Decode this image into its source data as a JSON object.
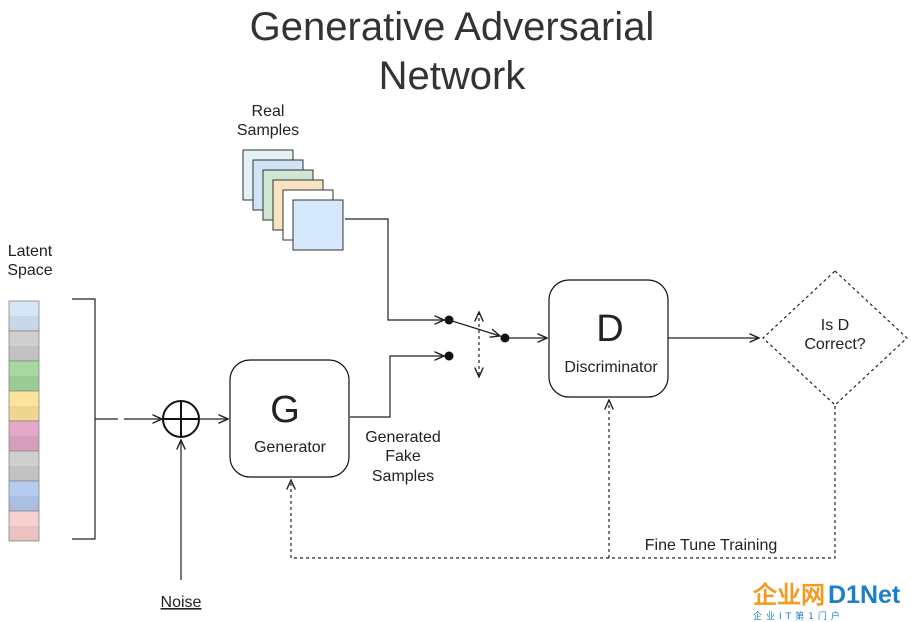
{
  "title": {
    "line1": "Generative Adversarial",
    "line2": "Network"
  },
  "real_samples": {
    "line1": "Real",
    "line2": "Samples",
    "colors": [
      "#e4f2f6",
      "#d2e3f7",
      "#cfe7d2",
      "#f8e4c3",
      "#ffffff",
      "#d6e8fb"
    ]
  },
  "latent_space": {
    "line1": "Latent",
    "line2": "Space",
    "colors": [
      "#d4e6f8",
      "#cfcfcf",
      "#a6d9a0",
      "#fde49a",
      "#e5a8c8",
      "#cfcfcf",
      "#b6cdf0",
      "#f9cfcf"
    ]
  },
  "noise": {
    "label": "Noise"
  },
  "generator": {
    "letter": "G",
    "label": "Generator"
  },
  "generated": {
    "line1": "Generated",
    "line2": "Fake",
    "line3": "Samples"
  },
  "discriminator": {
    "letter": "D",
    "label": "Discriminator"
  },
  "decision": {
    "line1": "Is D",
    "line2": "Correct?"
  },
  "feedback": {
    "label": "Fine Tune Training"
  },
  "watermark": {
    "cn": "企业网",
    "en": "D1Net",
    "sub": "企业IT第1门户"
  }
}
